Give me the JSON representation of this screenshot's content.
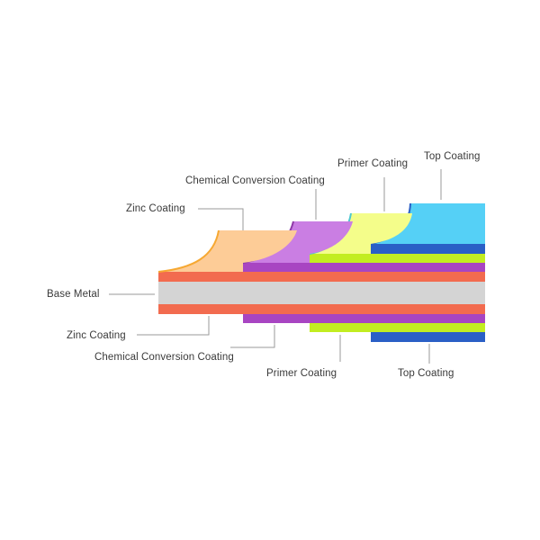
{
  "diagram": {
    "layers": [
      {
        "key": "base",
        "color": "#d4d4d4"
      },
      {
        "key": "zinc",
        "color": "#f26b4f",
        "flap_color": "#fdcc97",
        "flap_edge": "#f6a832"
      },
      {
        "key": "chemical",
        "color": "#a845c2",
        "flap_color": "#ca7ee3",
        "flap_edge": "#8e39a8"
      },
      {
        "key": "primer",
        "color": "#c2ed21",
        "flap_color": "#f4fd8a",
        "flap_edge": "#4fc7d0"
      },
      {
        "key": "top",
        "color": "#2a5fc6",
        "flap_color": "#55d0f6",
        "flap_edge": "#2a5fc6"
      }
    ],
    "labels": {
      "top_coating_upper": "Top Coating",
      "primer_coating_upper": "Primer Coating",
      "chemical_conversion_upper": "Chemical Conversion Coating",
      "zinc_coating_upper": "Zinc Coating",
      "base_metal": "Base Metal",
      "zinc_coating_lower": "Zinc Coating",
      "chemical_conversion_lower": "Chemical Conversion Coating",
      "primer_coating_lower": "Primer Coating",
      "top_coating_lower": "Top Coating"
    },
    "leader_color": "#9a9a9a"
  }
}
